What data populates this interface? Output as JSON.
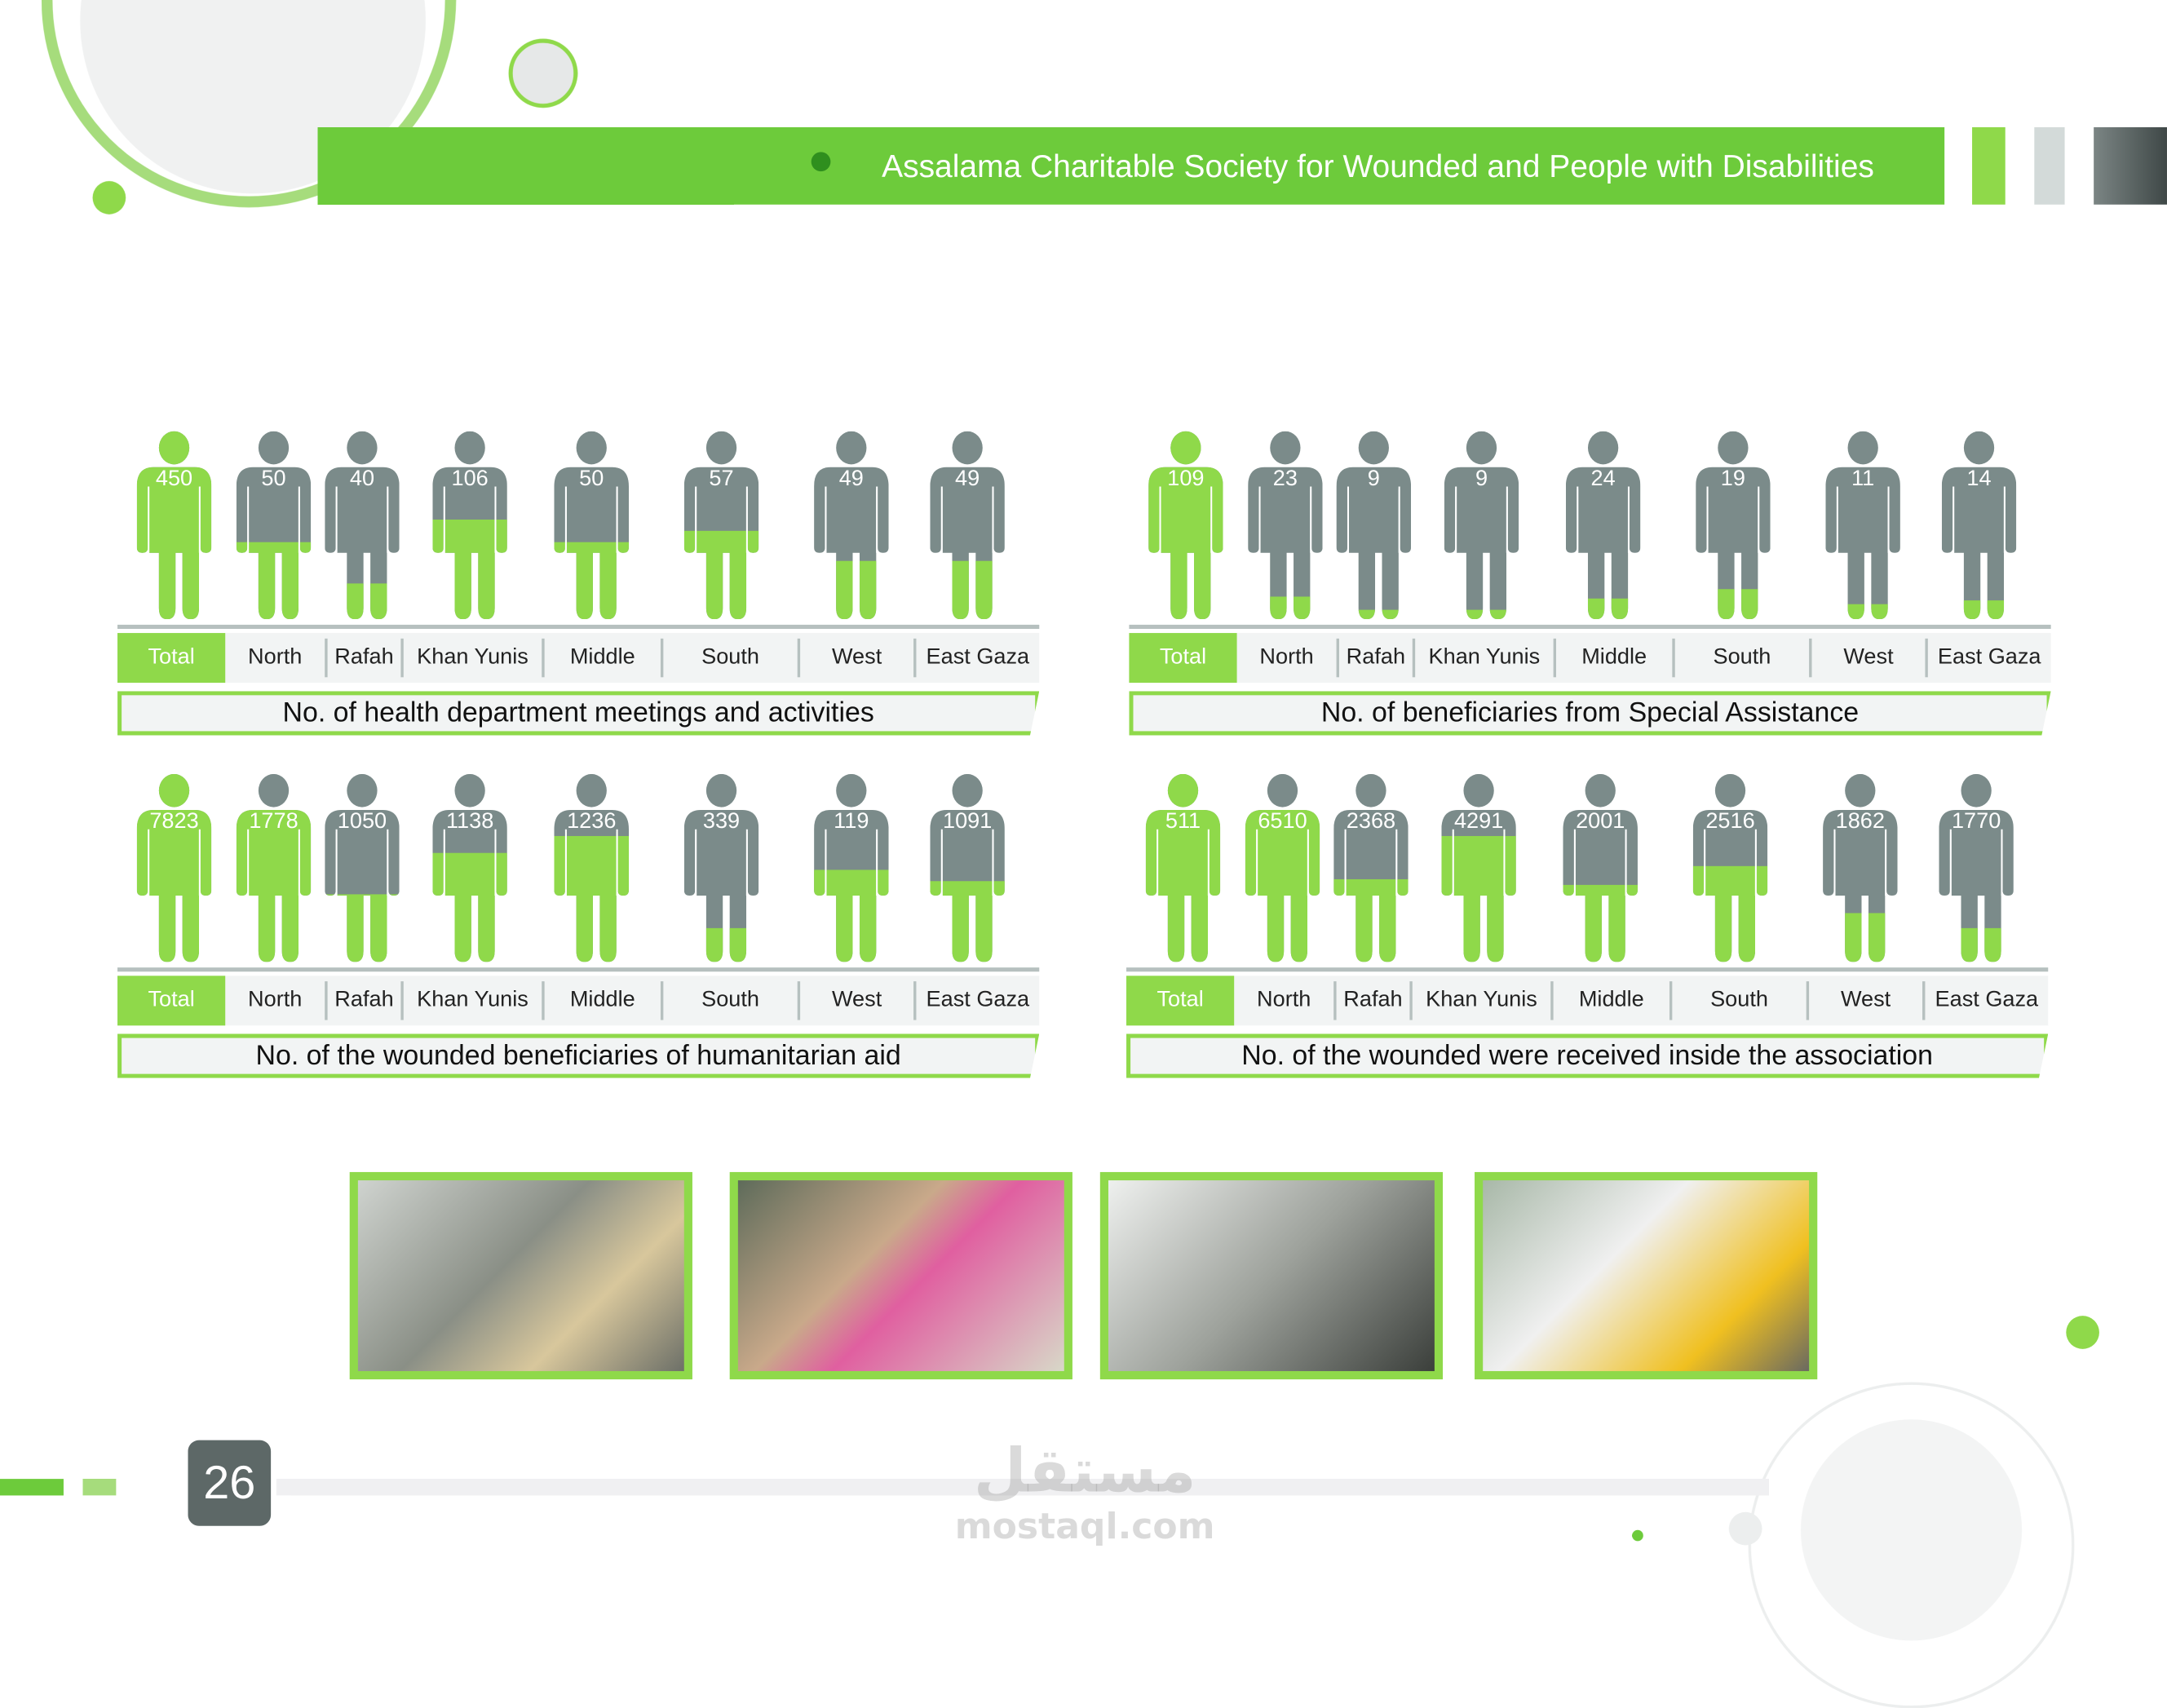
{
  "header": {
    "title": "Assalama Charitable Society for Wounded and People with Disabilities"
  },
  "colors": {
    "accent": "#6dcb3b",
    "fill_green": "#8fd94a",
    "figure_gray": "#7b8b8a"
  },
  "page_number": "26",
  "watermark": {
    "arabic": "مستقل",
    "latin": "mostaql.com"
  },
  "chart_data": [
    {
      "type": "pictogram",
      "title": "No. of health department meetings and activities",
      "categories": [
        "Total",
        "North",
        "Rafah",
        "Khan Yunis",
        "Middle",
        "South",
        "West",
        "East Gaza"
      ],
      "values": [
        450,
        50,
        40,
        106,
        50,
        57,
        49,
        49
      ],
      "fill_fraction": [
        1,
        0.41,
        0.19,
        0.53,
        0.41,
        0.47,
        0.31,
        0.31
      ]
    },
    {
      "type": "pictogram",
      "title": "No. of beneficiaries from Special Assistance",
      "categories": [
        "Total",
        "North",
        "Rafah",
        "Khan Yunis",
        "Middle",
        "South",
        "West",
        "East Gaza"
      ],
      "values": [
        109,
        23,
        9,
        9,
        24,
        19,
        11,
        14
      ],
      "fill_fraction": [
        1,
        0.12,
        0.05,
        0.05,
        0.11,
        0.16,
        0.08,
        0.1
      ]
    },
    {
      "type": "pictogram",
      "title": "No. of the wounded beneficiaries of humanitarian aid",
      "categories": [
        "Total",
        "North",
        "Rafah",
        "Khan Yunis",
        "Middle",
        "South",
        "West",
        "East Gaza"
      ],
      "values": [
        7823,
        1778,
        1050,
        1138,
        1236,
        339,
        119,
        1091
      ],
      "fill_fraction": [
        1,
        0.81,
        0.36,
        0.58,
        0.67,
        0.18,
        0.49,
        0.43
      ]
    },
    {
      "type": "pictogram",
      "title": "No. of the wounded were received inside the association",
      "categories": [
        "Total",
        "North",
        "Rafah",
        "Khan Yunis",
        "Middle",
        "South",
        "West",
        "East Gaza"
      ],
      "values": [
        511,
        6510,
        2368,
        4291,
        2001,
        2516,
        1862,
        1770
      ],
      "fill_fraction": [
        1,
        0.81,
        0.44,
        0.67,
        0.41,
        0.51,
        0.26,
        0.18
      ]
    }
  ]
}
